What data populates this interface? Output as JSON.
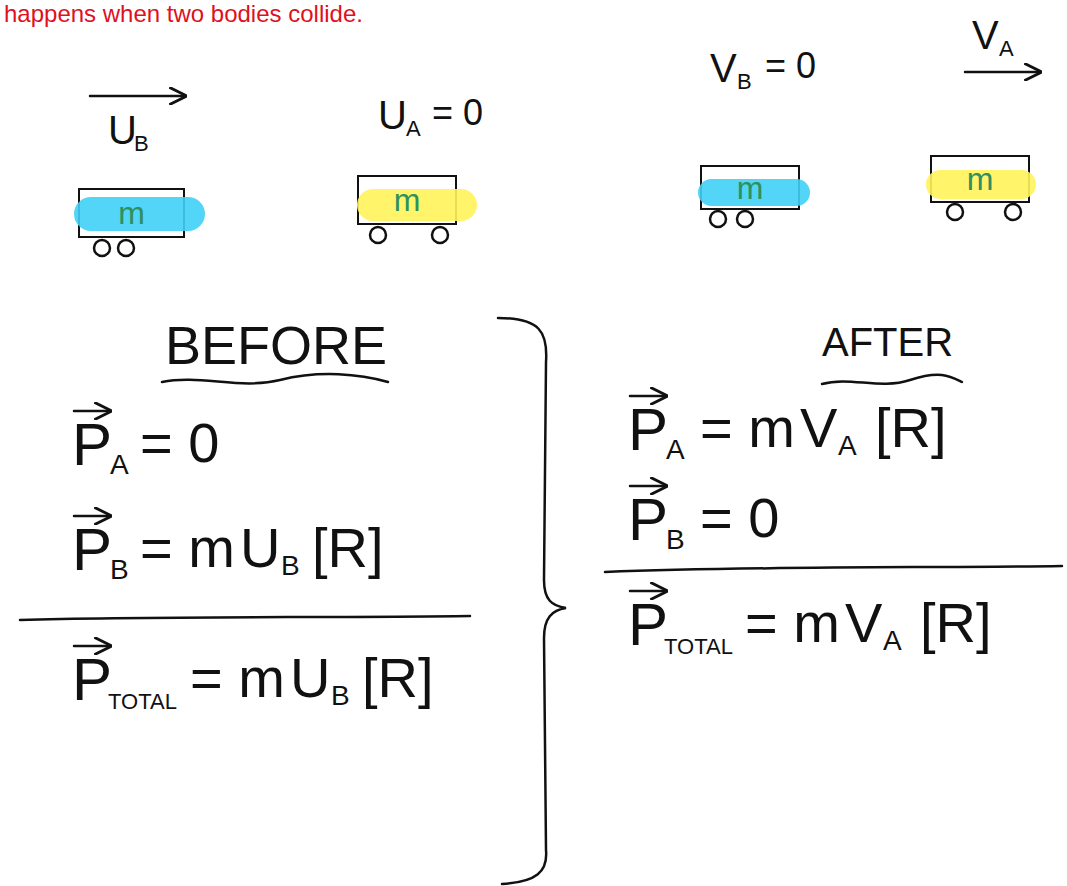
{
  "diagram": {
    "nodes": [
      {
        "text": [
          "m"
        ]
      },
      {
        "text": [
          "m"
        ]
      },
      {
        "text": [
          "m"
        ]
      },
      {
        "text": [
          "m"
        ]
      }
    ],
    "labels": [
      "happens when two bodies collide.",
      "U",
      "B",
      "U",
      "A",
      "= 0",
      "V",
      "B",
      "= 0",
      "V",
      "A",
      "BEFORE",
      "AFTER",
      "P",
      "A",
      "= 0",
      "P",
      "B",
      "= m",
      "U",
      "B",
      "[R]",
      "P",
      "TOTAL",
      "= m",
      "U",
      "B",
      "[R]",
      "P",
      "A",
      "= m",
      "V",
      "A",
      "[R]",
      "P",
      "B",
      "= 0",
      "P",
      "TOTAL",
      "= m",
      "V",
      "A",
      "[R]"
    ]
  }
}
